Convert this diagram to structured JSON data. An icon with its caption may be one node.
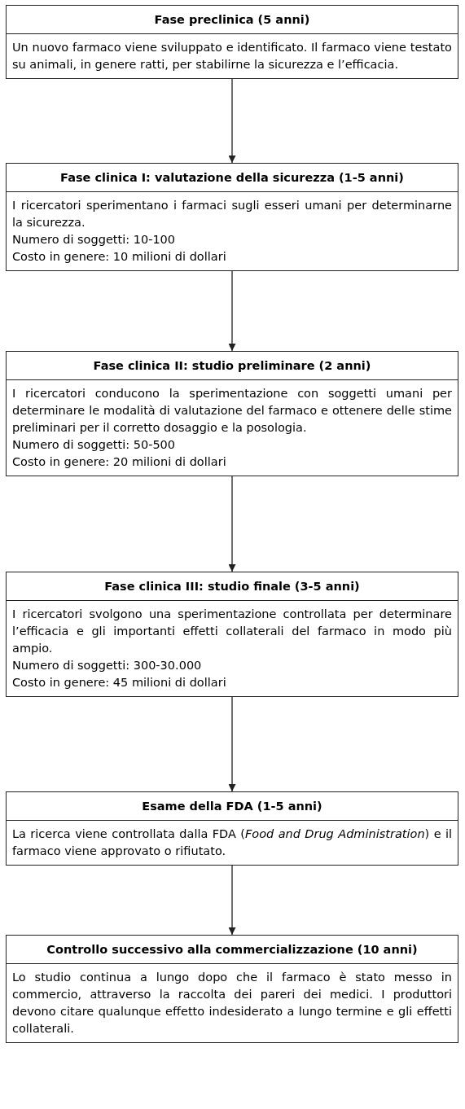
{
  "diagram": {
    "nodes": [
      {
        "text": [
          "Fase preclinica (5 anni)",
          "Un nuovo farmaco viene sviluppato e identificato. Il farmaco viene testato su animali, in genere ratti, per stabilirne la sicurezza e l’efficacia."
        ]
      },
      {
        "text": [
          "Fase clinica I: valutazione della sicurezza (1-5 anni)",
          "I ricercatori sperimentano i farmaci sugli esseri umani per determinarne la sicurezza.",
          "Numero di soggetti: 10-100",
          "Costo in genere: 10 milioni di dollari"
        ]
      },
      {
        "text": [
          "Fase clinica II: studio preliminare (2 anni)",
          "I ricercatori conducono la sperimentazione con soggetti umani per determinare le modalità di valutazione del farmaco e ottenere delle stime preliminari per il corretto dosaggio e la posologia.",
          "Numero di soggetti: 50-500",
          "Costo in genere: 20 milioni di dollari"
        ]
      },
      {
        "text": [
          "Fase clinica III: studio finale (3-5 anni)",
          "I ricercatori svolgono una sperimentazione controllata per determinare l’efficacia e gli importanti effetti collaterali del farmaco in modo più ampio.",
          "Numero di soggetti: 300-30.000",
          "Costo in genere: 45 milioni di dollari"
        ]
      },
      {
        "text": [
          "Esame della FDA (1-5 anni)",
          "La ricerca viene controllata dalla FDA (*Food and Drug Administration*) e il farmaco viene approvato o rifiutato."
        ]
      },
      {
        "text": [
          "Controllo successivo alla commercializzazione (10 anni)",
          "Lo studio continua a lungo dopo che il farmaco è stato messo in commercio, attraverso la raccolta dei pareri dei medici. I produttori devono citare qualunque effetto indesiderato a lungo termine e gli effetti collaterali."
        ]
      }
    ],
    "edges": [
      {
        "from": 0,
        "to": 1,
        "arrow": "to"
      },
      {
        "from": 1,
        "to": 2,
        "arrow": "to"
      },
      {
        "from": 2,
        "to": 3,
        "arrow": "to"
      },
      {
        "from": 3,
        "to": 4,
        "arrow": "to"
      },
      {
        "from": 4,
        "to": 5,
        "arrow": "to"
      }
    ]
  }
}
